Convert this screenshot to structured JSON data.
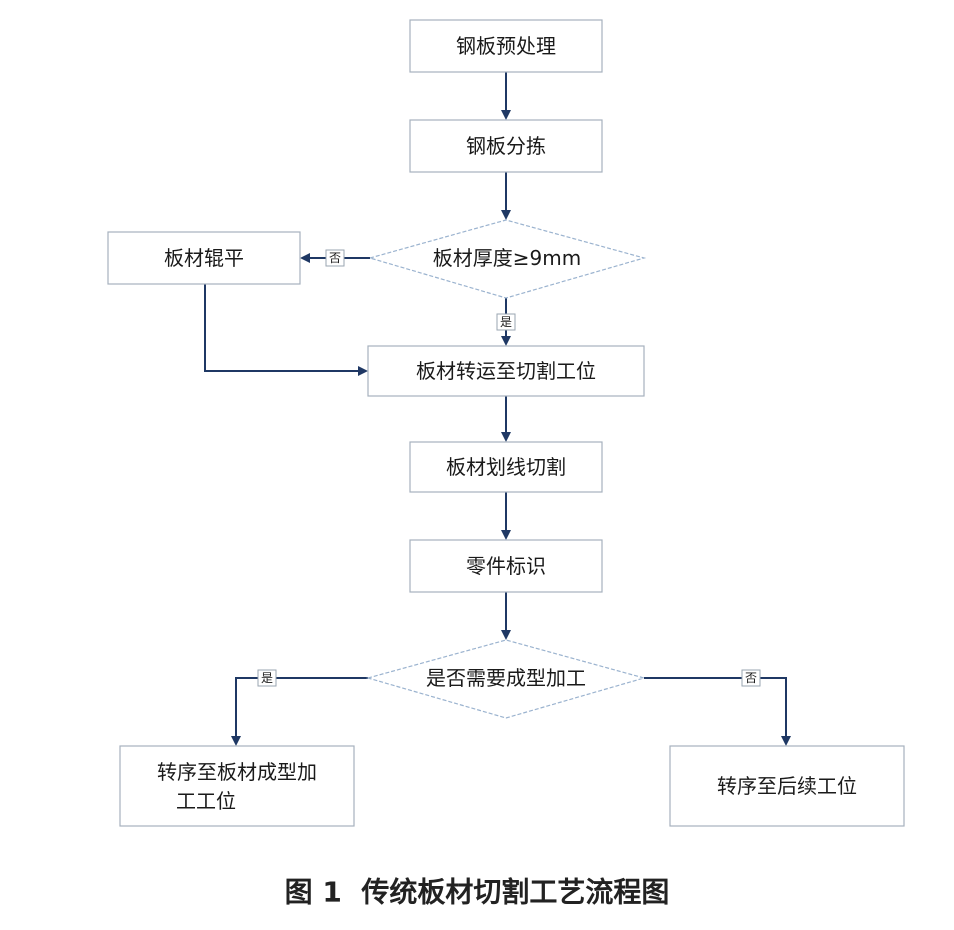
{
  "diagram": {
    "nodes": {
      "pretreat": "钢板预处理",
      "sort": "钢板分拣",
      "thickness_check": "板材厚度≥9mm",
      "leveling": "板材辊平",
      "transfer": "板材转运至切割工位",
      "cutting": "板材划线切割",
      "marking": "零件标识",
      "forming_check": "是否需要成型加工",
      "to_forming_line1": "转序至板材成型加",
      "to_forming_line2": "工工位",
      "to_next": "转序至后续工位"
    },
    "edge_labels": {
      "thickness_no": "否",
      "thickness_yes": "是",
      "forming_yes": "是",
      "forming_no": "否"
    },
    "colors": {
      "edge": "#1f3864",
      "box_border": "#a6b1bd",
      "diamond_border": "#9bb3cf"
    }
  },
  "caption": "图 1  传统板材切割工艺流程图"
}
